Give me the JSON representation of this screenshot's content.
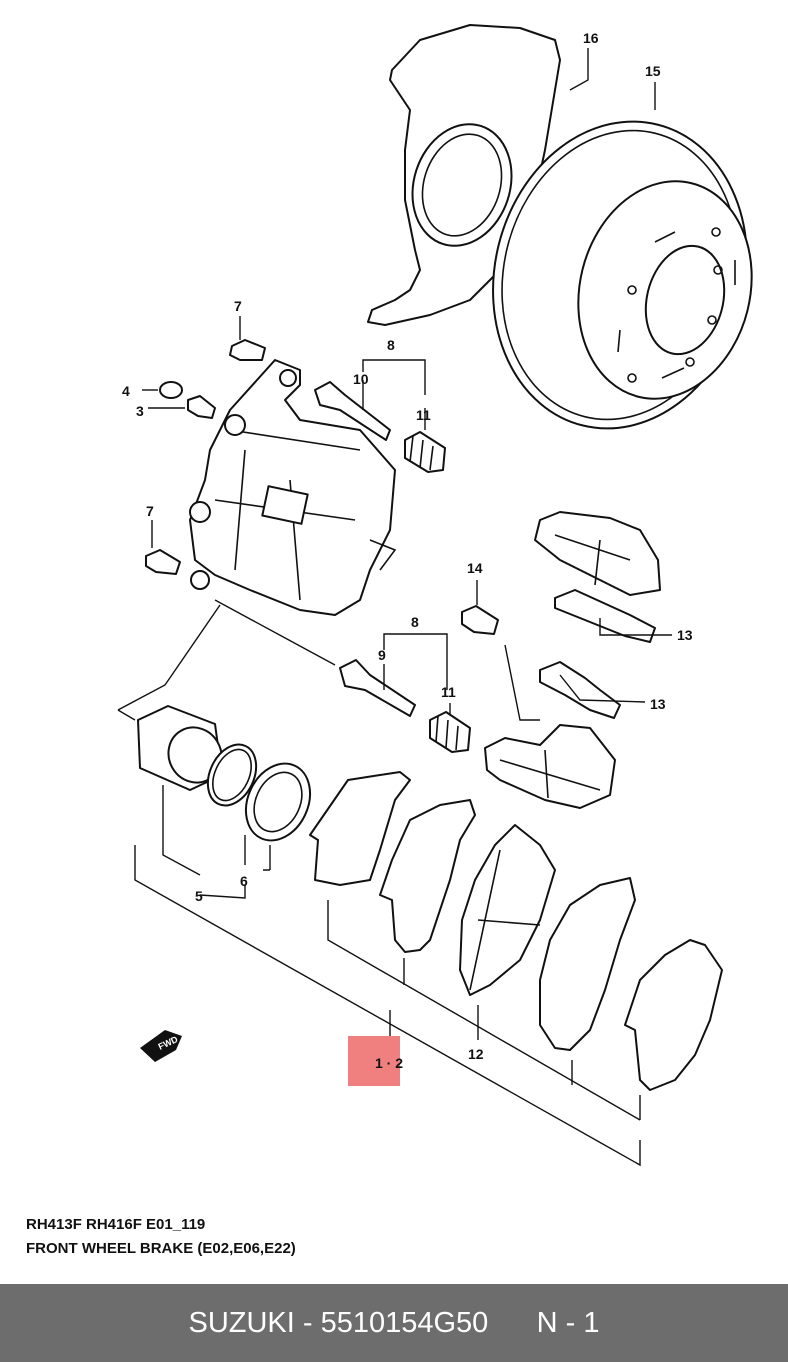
{
  "callouts": {
    "p16": "16",
    "p15": "15",
    "p8a": "8",
    "p7a": "7",
    "p10": "10",
    "p4": "4",
    "p3": "3",
    "p11a": "11",
    "p7b": "7",
    "p14": "14",
    "p8b": "8",
    "p9": "9",
    "p13a": "13",
    "p13b": "13",
    "p11b": "11",
    "p5": "5",
    "p6": "6",
    "p12": "12",
    "p1_2": "1 · 2"
  },
  "fwd_label": "FWD",
  "highlight_color": "#f08080",
  "caption": {
    "line1": "RH413F RH416F E01_119",
    "line2": "FRONT WHEEL BRAKE (E02,E06,E22)"
  },
  "footer": {
    "part_text": "SUZUKI - 5510154G50",
    "qty_text": "N - 1",
    "background": "#6d6d6d"
  }
}
